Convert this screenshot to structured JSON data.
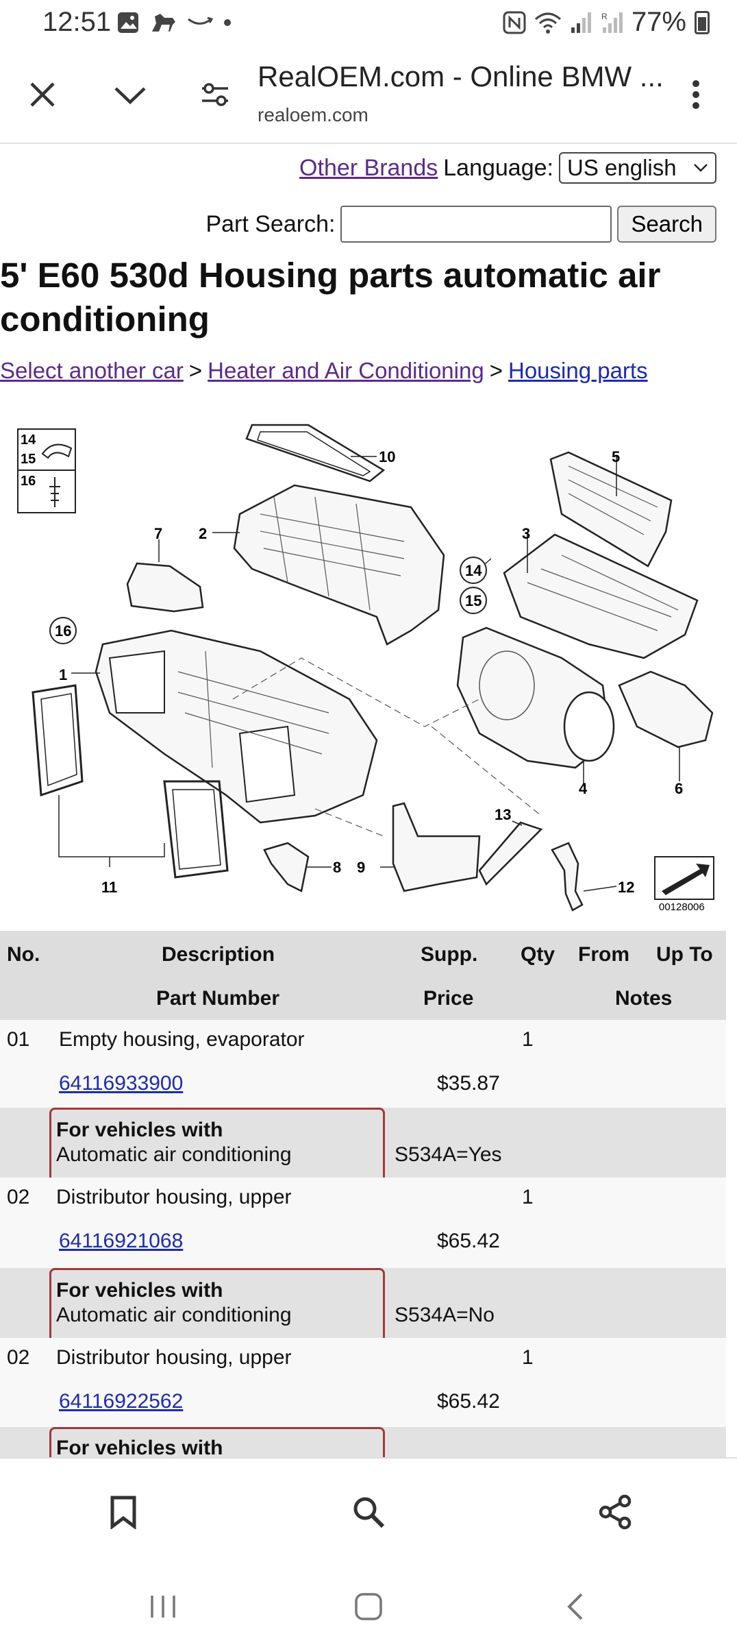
{
  "status_bar": {
    "time": "12:51",
    "battery": "77%",
    "icons": [
      "gallery-icon",
      "horse-icon",
      "amazon-icon",
      "dot-icon",
      "nfc-icon",
      "wifi-icon",
      "signal-icon",
      "roaming-signal-icon",
      "battery-icon"
    ]
  },
  "browser": {
    "title": "RealOEM.com - Online BMW ...",
    "url": "realoem.com",
    "actions": [
      "close-icon",
      "chevron-down-icon",
      "tune-icon",
      "more-vert-icon"
    ]
  },
  "page": {
    "other_brands": "Other Brands",
    "language_label": "Language:",
    "language_value": "US english",
    "part_search_label": "Part Search:",
    "search_button": "Search",
    "title": "5' E60 530d Housing parts automatic air conditioning",
    "breadcrumb": [
      "Select another car",
      "Heater and Air Conditioning",
      "Housing parts"
    ],
    "breadcrumb_sep": ">"
  },
  "diagram": {
    "callouts": [
      "1",
      "2",
      "3",
      "4",
      "5",
      "6",
      "7",
      "8",
      "9",
      "10",
      "11",
      "12",
      "13",
      "14",
      "15",
      "16"
    ],
    "legend": [
      "14",
      "15",
      "16"
    ],
    "image_code": "00128006"
  },
  "table": {
    "headers": {
      "no": "No.",
      "description": "Description",
      "supp": "Supp.",
      "qty": "Qty",
      "from": "From",
      "up_to": "Up To",
      "part_number": "Part Number",
      "price": "Price",
      "notes": "Notes"
    },
    "rows": [
      {
        "no": "01",
        "description": "Empty housing, evaporator",
        "qty": "1",
        "part_number": "64116933900",
        "price": "$35.87"
      },
      {
        "note_title": "For vehicles with",
        "note_text": "Automatic air conditioning",
        "note_code": "S534A=Yes"
      },
      {
        "no": "02",
        "description": "Distributor housing, upper",
        "qty": "1",
        "part_number": "64116921068",
        "price": "$65.42"
      },
      {
        "note_title": "For vehicles with",
        "note_text": "Automatic air conditioning",
        "note_code": "S534A=No"
      },
      {
        "no": "02",
        "description": "Distributor housing, upper",
        "qty": "1",
        "part_number": "64116922562",
        "price": "$65.42"
      },
      {
        "note_title": "For vehicles with"
      }
    ]
  },
  "bottom_bar": [
    "bookmark-icon",
    "search-icon",
    "share-icon"
  ],
  "nav_bar": [
    "recent-apps-icon",
    "home-icon",
    "back-icon"
  ]
}
